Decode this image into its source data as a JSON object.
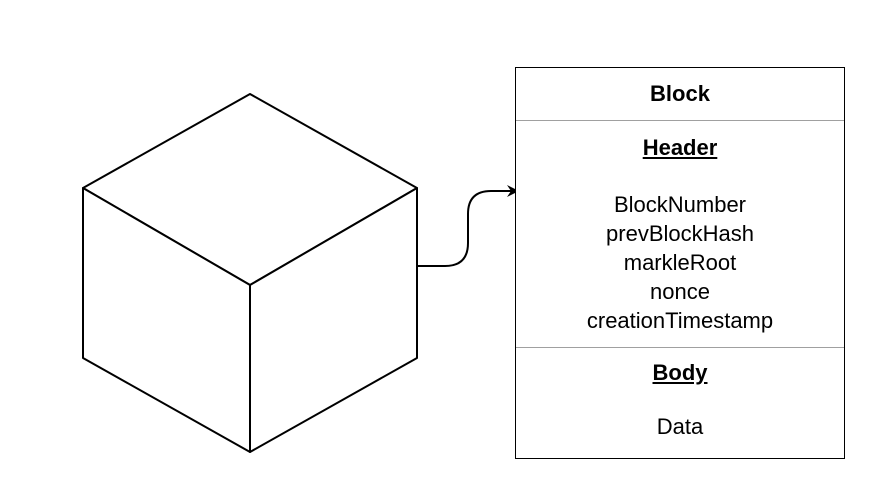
{
  "block": {
    "title": "Block",
    "header": {
      "title": "Header",
      "fields": [
        "BlockNumber",
        "prevBlockHash",
        "markleRoot",
        "nonce",
        "creationTimestamp"
      ]
    },
    "body": {
      "title": "Body",
      "content": "Data"
    }
  },
  "colors": {
    "stroke": "#000000",
    "divider": "#a0a0a0",
    "background": "#ffffff"
  }
}
